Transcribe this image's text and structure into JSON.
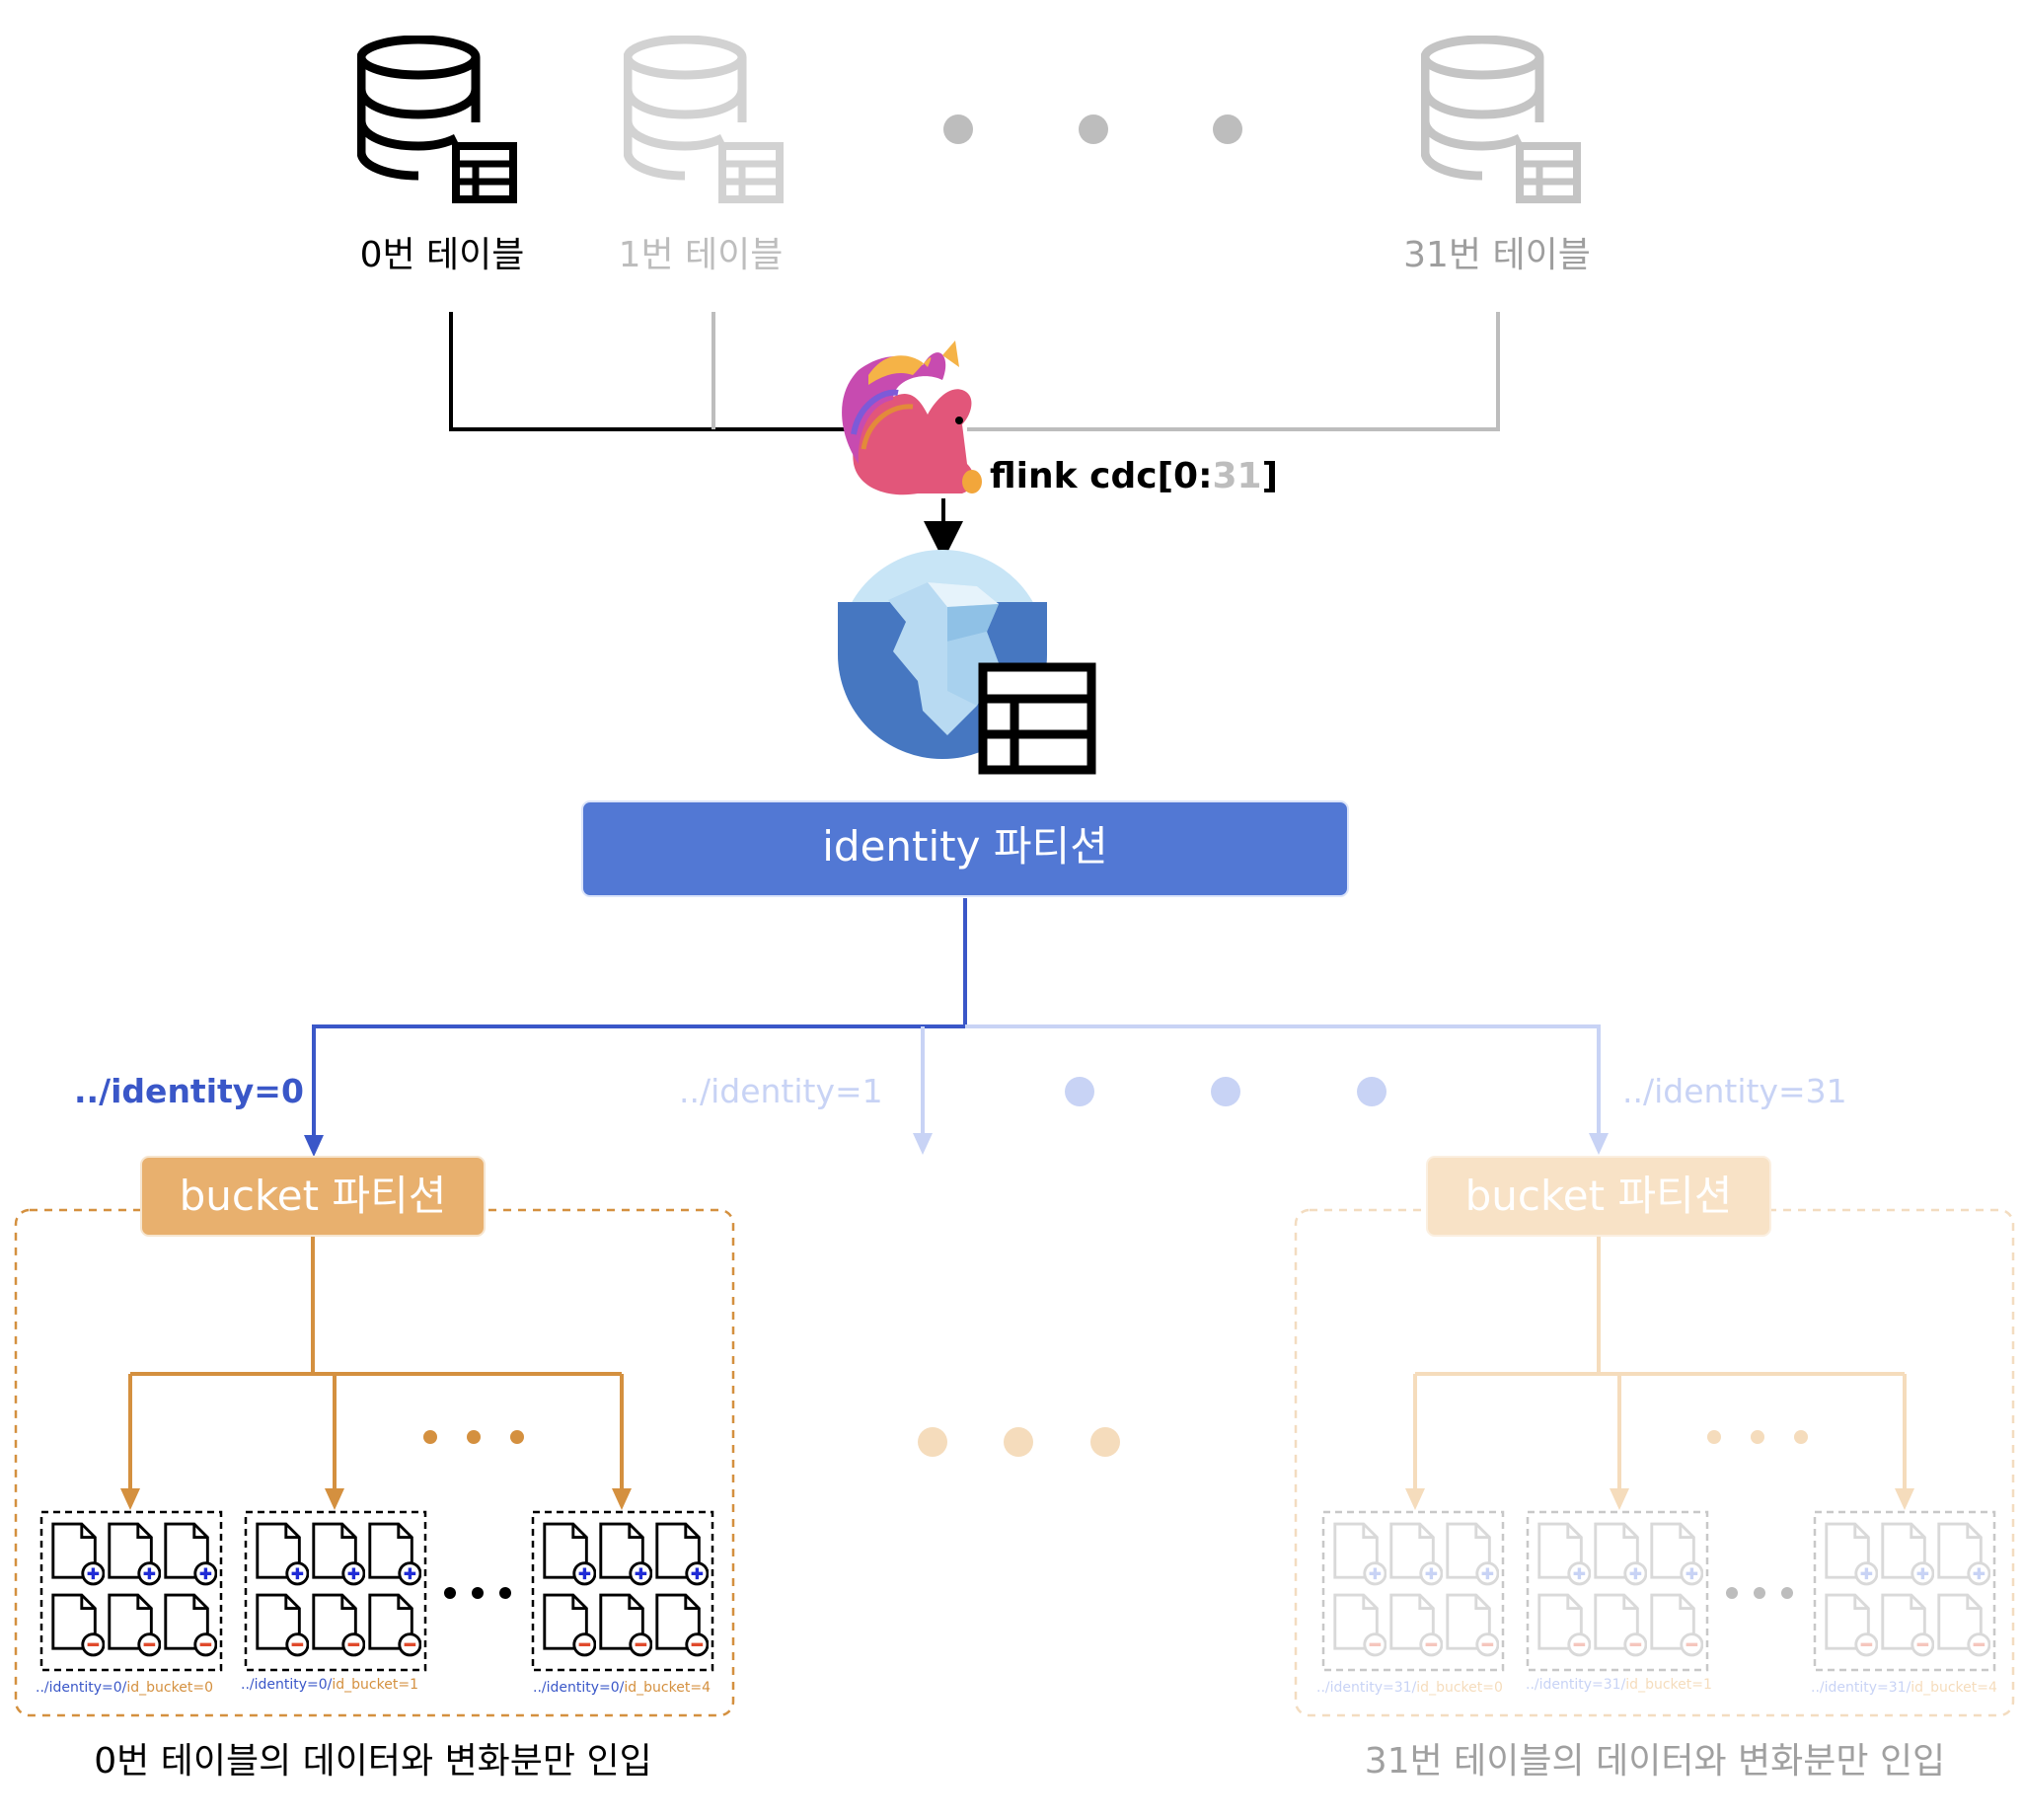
{
  "tables": {
    "first_label": "0번 테이블",
    "second_label": "1번 테이블",
    "last_label": "31번 테이블"
  },
  "flink": {
    "label_prefix": "flink cdc[0:",
    "label_range_end": "31",
    "label_suffix": "]",
    "icon": "squirrel-icon"
  },
  "iceberg": {
    "icon": "iceberg-icon"
  },
  "identity_partition": {
    "label": "identity 파티션"
  },
  "identity_paths": {
    "first": "../identity=0",
    "second": "../identity=1",
    "last": "../identity=31"
  },
  "bucket_partition": {
    "left_label": "bucket 파티션",
    "right_label": "bucket 파티션"
  },
  "bucket_paths": {
    "left": [
      "../identity=0/",
      "id_bucket=0",
      "../identity=0/",
      "id_bucket=1",
      "../identity=0/",
      "id_bucket=4"
    ],
    "right": [
      "../identity=31/",
      "id_bucket=0",
      "../identity=31/",
      "id_bucket=1",
      "../identity=31/",
      "id_bucket=4"
    ]
  },
  "captions": {
    "left": "0번 테이블의 데이터와 변화분만 인입",
    "right": "31번 테이블의 데이터와 변화분만 인입"
  },
  "colors": {
    "black": "#000000",
    "gray": "#bdbdbd",
    "blue": "#3a57c8",
    "blue_light": "#c8d3f5",
    "orange": "#d4903f",
    "orange_light": "#f5dcbc",
    "box_blue": "#5278d4",
    "box_orange": "#e8b06e",
    "box_orange_light": "#f8e2c6"
  }
}
